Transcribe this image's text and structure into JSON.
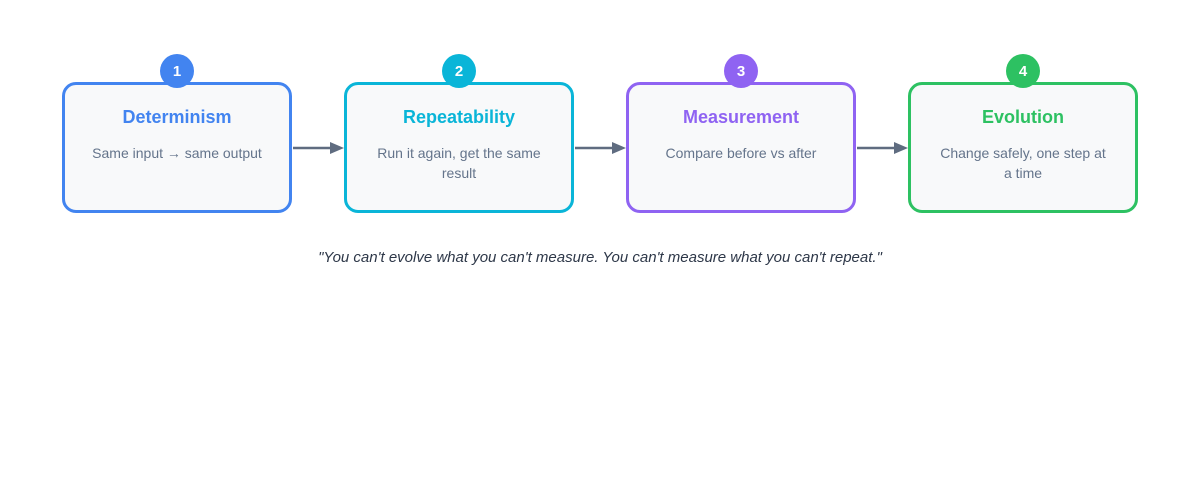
{
  "theme": {
    "page_bg": "#ffffff",
    "box_fill": "#f8f9fa",
    "body_text": "#64748b",
    "arrow_color": "#5f6c80",
    "quote_color": "#2d3748",
    "badge_text": "#ffffff"
  },
  "diagram": {
    "steps": [
      {
        "number": "1",
        "title": "Determinism",
        "description": "Same input → same output",
        "color": "#4284f0"
      },
      {
        "number": "2",
        "title": "Repeatability",
        "description": "Run it again, get the same result",
        "color": "#0ab5d8"
      },
      {
        "number": "3",
        "title": "Measurement",
        "description": "Compare before vs after",
        "color": "#8f63f2"
      },
      {
        "number": "4",
        "title": "Evolution",
        "description": "Change safely, one step at a time",
        "color": "#2dc162"
      }
    ],
    "quote": "\"You can't evolve what you can't measure. You can't measure what you can't repeat.\""
  }
}
